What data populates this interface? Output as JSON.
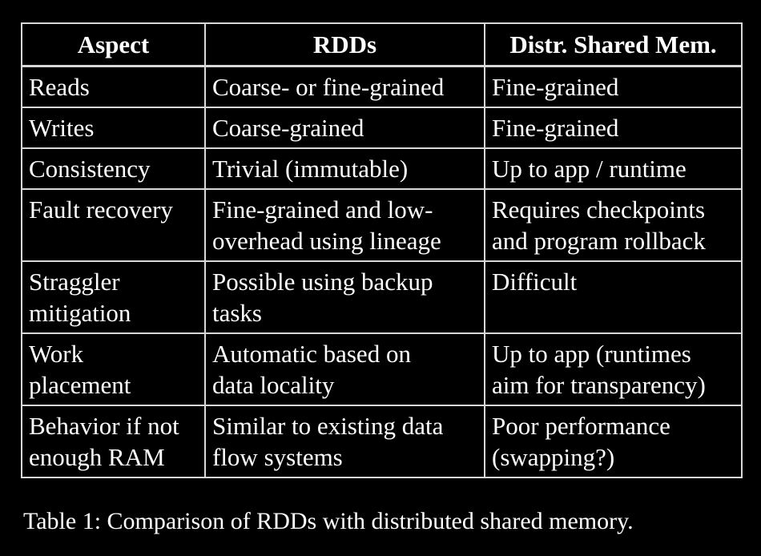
{
  "table": {
    "headers": [
      "Aspect",
      "RDDs",
      "Distr. Shared Mem."
    ],
    "rows": [
      [
        "Reads",
        "Coarse- or fine-grained",
        "Fine-grained"
      ],
      [
        "Writes",
        "Coarse-grained",
        "Fine-grained"
      ],
      [
        "Consistency",
        "Trivial (immutable)",
        "Up to app / runtime"
      ],
      [
        "Fault recovery",
        "Fine-grained and low-\noverhead using lineage",
        "Requires checkpoints\nand program rollback"
      ],
      [
        "Straggler\nmitigation",
        "Possible using backup\ntasks",
        "Difficult"
      ],
      [
        "Work\nplacement",
        "Automatic based on\ndata locality",
        "Up to app (runtimes\naim for transparency)"
      ],
      [
        "Behavior if not\nenough RAM",
        "Similar to existing data\nflow systems",
        "Poor performance\n(swapping?)"
      ]
    ]
  },
  "caption": "Table 1: Comparison of RDDs with distributed shared memory.",
  "colors": {
    "background": "#000000",
    "text": "#ffffff",
    "border": "#d8d8d8"
  }
}
